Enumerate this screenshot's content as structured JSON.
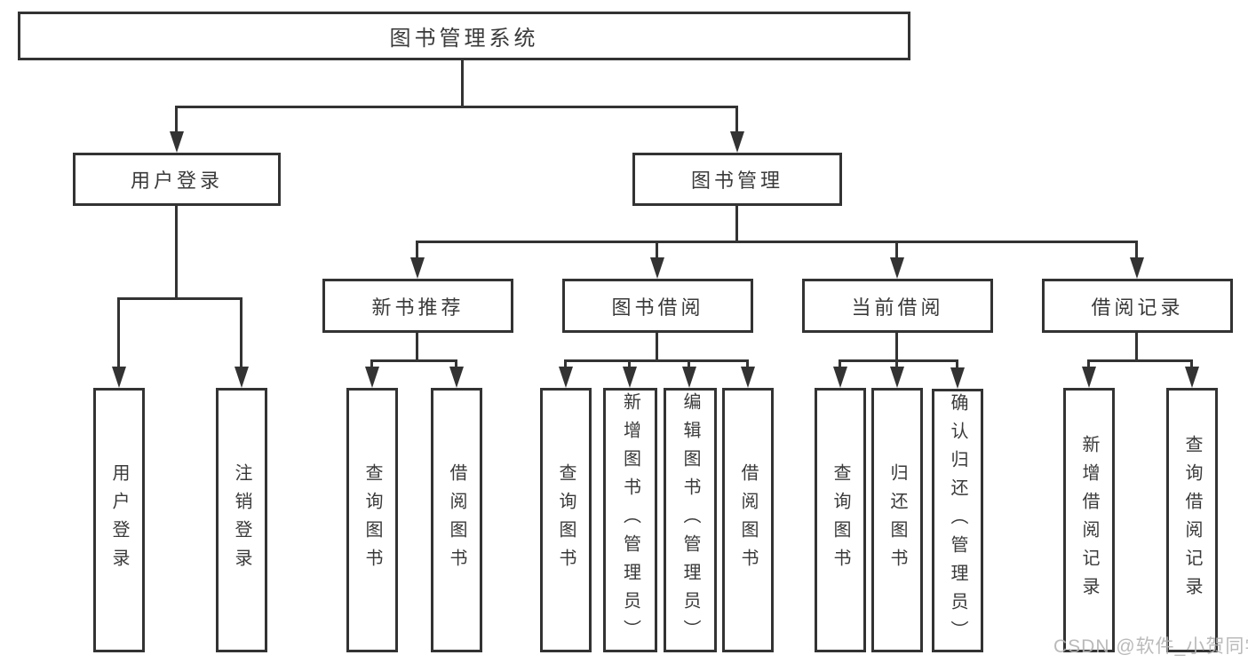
{
  "root": {
    "label": "图书管理系统"
  },
  "branches": {
    "user_login": {
      "label": "用户登录",
      "children": [
        {
          "label": "用户登录"
        },
        {
          "label": "注销登录"
        }
      ]
    },
    "book_management": {
      "label": "图书管理",
      "sections": [
        {
          "label": "新书推荐",
          "children": [
            {
              "label": "查询图书"
            },
            {
              "label": "借阅图书"
            }
          ]
        },
        {
          "label": "图书借阅",
          "children": [
            {
              "label": "查询图书"
            },
            {
              "label": "新增图书（管理员）"
            },
            {
              "label": "编辑图书（管理员）"
            },
            {
              "label": "借阅图书"
            }
          ]
        },
        {
          "label": "当前借阅",
          "children": [
            {
              "label": "查询图书"
            },
            {
              "label": "归还图书"
            },
            {
              "label": "确认归还（管理员）"
            }
          ]
        },
        {
          "label": "借阅记录",
          "children": [
            {
              "label": "新增借阅记录"
            },
            {
              "label": "查询借阅记录"
            }
          ]
        }
      ]
    }
  },
  "watermark": {
    "text": "CSDN @软件_小贺同学"
  },
  "colors": {
    "line": "#333333",
    "text": "#3a3a3a",
    "watermark": "#b3b3b3",
    "background": "#ffffff"
  }
}
